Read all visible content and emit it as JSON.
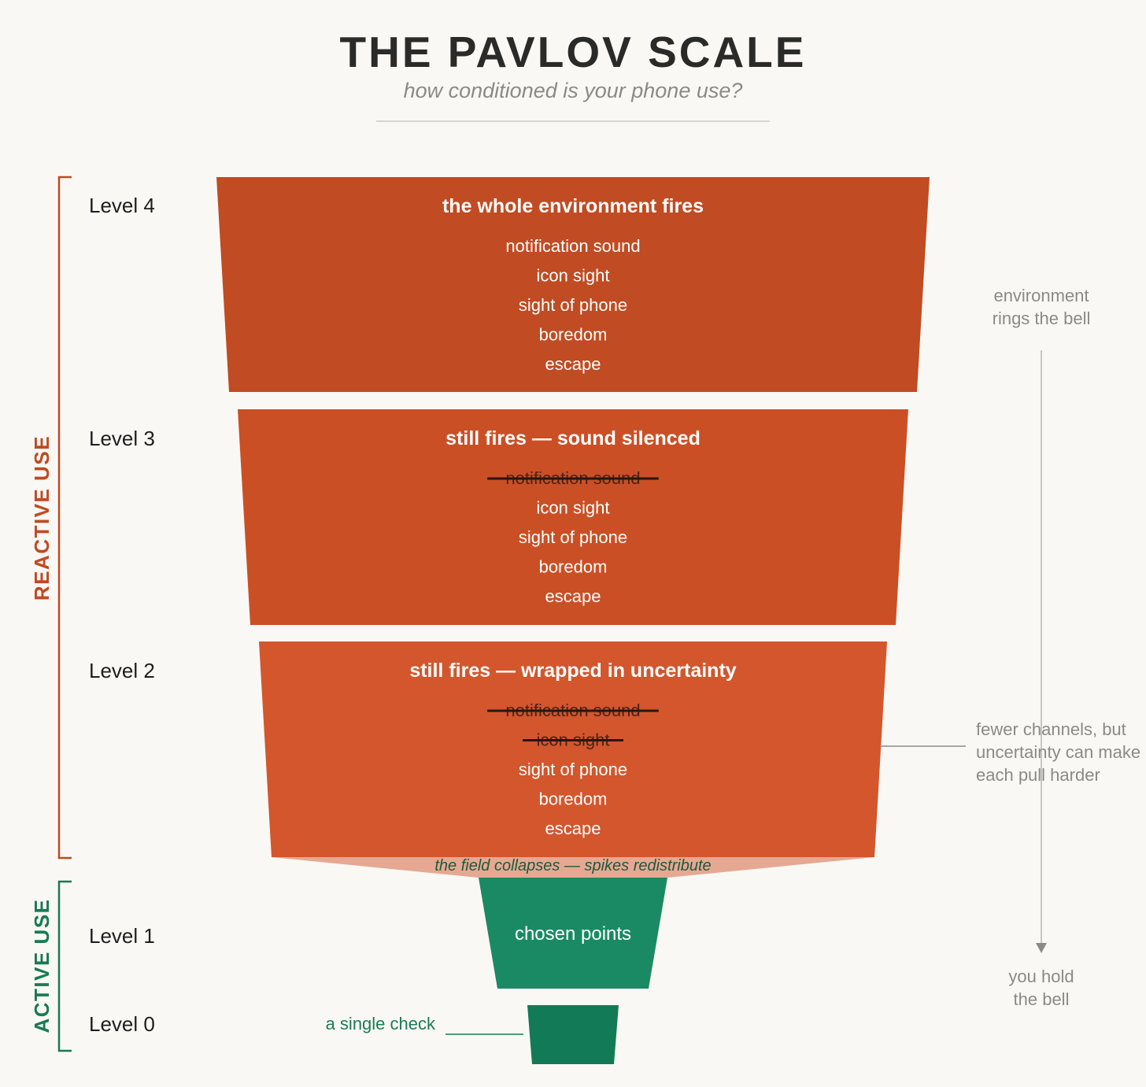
{
  "header": {
    "title": "THE PAVLOV SCALE",
    "subtitle": "how conditioned is your phone use?"
  },
  "groups": {
    "reactive": {
      "label": "REACTIVE USE",
      "color": "#c04a22"
    },
    "active": {
      "label": "ACTIVE USE",
      "color": "#177a56"
    }
  },
  "levels": [
    {
      "label": "Level 4",
      "title": "the whole environment fires",
      "color": "#c14b22",
      "items": [
        {
          "text": "notification sound",
          "struck": false
        },
        {
          "text": "icon sight",
          "struck": false
        },
        {
          "text": "sight of phone",
          "struck": false
        },
        {
          "text": "boredom",
          "struck": false
        },
        {
          "text": "escape",
          "struck": false
        }
      ]
    },
    {
      "label": "Level 3",
      "title": "still fires — sound silenced",
      "color": "#cb4f25",
      "items": [
        {
          "text": "notification sound",
          "struck": true
        },
        {
          "text": "icon sight",
          "struck": false
        },
        {
          "text": "sight of phone",
          "struck": false
        },
        {
          "text": "boredom",
          "struck": false
        },
        {
          "text": "escape",
          "struck": false
        }
      ]
    },
    {
      "label": "Level 2",
      "title": "still fires — wrapped in uncertainty",
      "color": "#d3562d",
      "items": [
        {
          "text": "notification sound",
          "struck": true
        },
        {
          "text": "icon sight",
          "struck": true
        },
        {
          "text": "sight of phone",
          "struck": false
        },
        {
          "text": "boredom",
          "struck": false
        },
        {
          "text": "escape",
          "struck": false
        }
      ]
    },
    {
      "label": "Level 1",
      "text": "chosen points",
      "color": "#1a8a64"
    },
    {
      "label": "Level 0",
      "note": "a single check",
      "color": "#137a58"
    }
  ],
  "collapse_note": "the field collapses — spikes redistribute",
  "collapse_color": "#e6a892",
  "annotations": {
    "top_note": [
      "environment",
      "rings the bell"
    ],
    "middle_note": [
      "fewer channels, but",
      "uncertainty can make",
      "each pull harder"
    ],
    "bottom_note": [
      "you hold",
      "the bell"
    ]
  }
}
